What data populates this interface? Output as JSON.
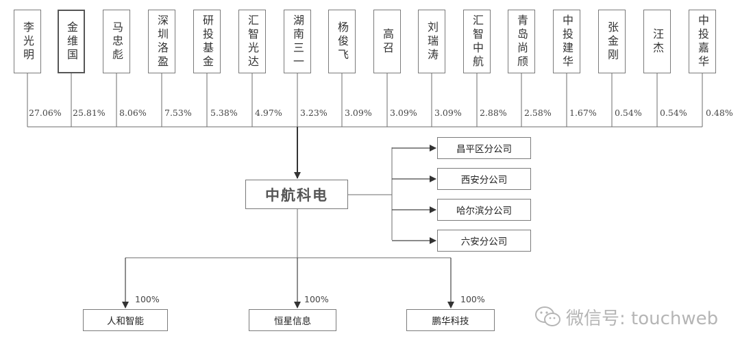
{
  "shareholders": [
    {
      "name": "李光明",
      "pct": "27.06%"
    },
    {
      "name": "金维国",
      "pct": "25.81%"
    },
    {
      "name": "马忠彪",
      "pct": "8.06%"
    },
    {
      "name": "深圳洛盈",
      "pct": "7.53%"
    },
    {
      "name": "研投基金",
      "pct": "5.38%"
    },
    {
      "name": "汇智光达",
      "pct": "4.97%"
    },
    {
      "name": "湖南三一",
      "pct": "3.23%"
    },
    {
      "name": "杨俊飞",
      "pct": "3.09%"
    },
    {
      "name": "高召",
      "pct": "3.09%"
    },
    {
      "name": "刘瑞涛",
      "pct": "3.09%"
    },
    {
      "name": "汇智中航",
      "pct": "2.88%"
    },
    {
      "name": "青岛尚颀",
      "pct": "2.58%"
    },
    {
      "name": "中投建华",
      "pct": "1.67%"
    },
    {
      "name": "张金刚",
      "pct": "0.54%"
    },
    {
      "name": "汪杰",
      "pct": "0.54%"
    },
    {
      "name": "中投嘉华",
      "pct": "0.48%"
    }
  ],
  "company": "中航科电",
  "branches": [
    "昌平区分公司",
    "西安分公司",
    "哈尔滨分公司",
    "六安分公司"
  ],
  "subsidiaries": [
    {
      "name": "人和智能",
      "pct": "100%"
    },
    {
      "name": "恒星信息",
      "pct": "100%"
    },
    {
      "name": "鹏华科技",
      "pct": "100%"
    }
  ],
  "watermark": "微信号: touchweb"
}
